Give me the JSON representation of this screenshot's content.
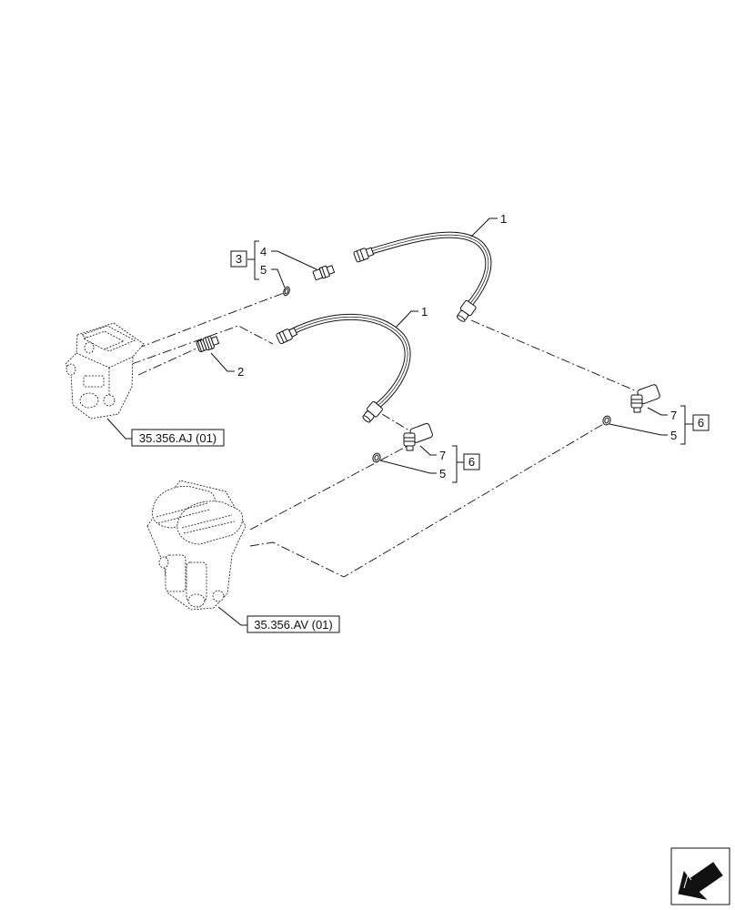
{
  "callouts": {
    "hose_upper": "1",
    "hose_lower": "1",
    "fitting_4": "4",
    "seal_5_left": "5",
    "fitting_2": "2",
    "elbow_7_center": "7",
    "seal_5_center": "5",
    "elbow_7_right": "7",
    "seal_5_right": "5"
  },
  "kits": {
    "kit_3": "3",
    "kit_6_center": "6",
    "kit_6_right": "6"
  },
  "references": {
    "upper_valve": "35.356.AJ (01)",
    "lower_valve": "35.356.AV (01)"
  },
  "icons": {
    "navigation": "arrow-left-down-icon"
  }
}
